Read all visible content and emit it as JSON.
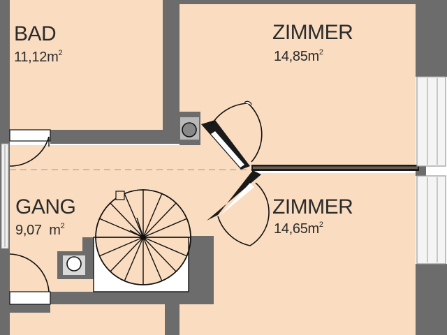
{
  "colors": {
    "room": "#fadcc0",
    "wall": "#6c6c6c",
    "wall_dark": "#1a1a1a",
    "window_glass": "#f4f4f4"
  },
  "rooms": [
    {
      "id": "bad",
      "name": "BAD",
      "area": "11,12m",
      "unit_sup": "2"
    },
    {
      "id": "zimmer-top",
      "name": "ZIMMER",
      "area": "14,85m",
      "unit_sup": "2"
    },
    {
      "id": "gang",
      "name": "GANG",
      "area": "9,07  m",
      "unit_sup": "2"
    },
    {
      "id": "zimmer-bottom",
      "name": "ZIMMER",
      "area": "14,65m",
      "unit_sup": "2"
    }
  ],
  "icons": [
    "spiral-staircase-icon",
    "shaft-icon",
    "door-swing-icon",
    "window-icon"
  ]
}
